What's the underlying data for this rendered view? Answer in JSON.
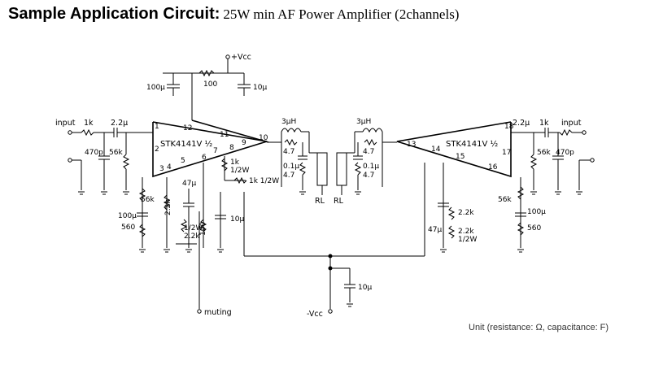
{
  "header": {
    "title_bold": "Sample Application Circuit:",
    "title_rest": "25W min AF Power Amplifier (2channels)"
  },
  "footer": {
    "unit_note": "Unit (resistance: Ω, capacitance: F)"
  },
  "schematic": {
    "vcc_pos": "+Vcc",
    "vcc_neg": "-Vcc",
    "muting": "muting",
    "left": {
      "input": "input",
      "r_in": "1k",
      "c_in": "2.2μ",
      "c_shunt": "470p",
      "r_shunt": "56k",
      "ic": "STK4141V ½",
      "c_top": "100μ",
      "r_top": "100",
      "c_vcc": "10μ",
      "inductor": "3μH",
      "r_snub": "4.7",
      "c_snub": "0.1μ",
      "r_snub2": "4.7",
      "r_fb1": "1k",
      "r_fb2": "1/2W",
      "r_fb3": "1k 1/2W",
      "c_47": "47μ",
      "r_56k": "56k",
      "c_100": "100μ",
      "r_560": "560",
      "r_22k": "2.2k",
      "r_2w": "1/2W",
      "r_22k2": "2.2k",
      "r_100": "100",
      "c_10": "10μ",
      "load": "RL",
      "pins": [
        "1",
        "12",
        "11",
        "10",
        "2",
        "3",
        "4",
        "5",
        "6",
        "7",
        "8",
        "9"
      ]
    },
    "right": {
      "input": "input",
      "r_in": "1k",
      "c_in": "2.2μ",
      "c_shunt": "470p",
      "r_shunt": "56k",
      "ic": "STK4141V ½",
      "inductor": "3μH",
      "r_snub": "4.7",
      "c_snub": "0.1μ",
      "r_snub2": "4.7",
      "r_56k": "56k",
      "c_100": "100μ",
      "r_560": "560",
      "c_47": "47μ",
      "r_22k": "2.2k",
      "r_22k2": "2.2k",
      "r_2w": "1/2W",
      "load": "RL",
      "pins": [
        "18",
        "13",
        "14",
        "15",
        "16",
        "17"
      ]
    },
    "c_neg": "10μ"
  }
}
